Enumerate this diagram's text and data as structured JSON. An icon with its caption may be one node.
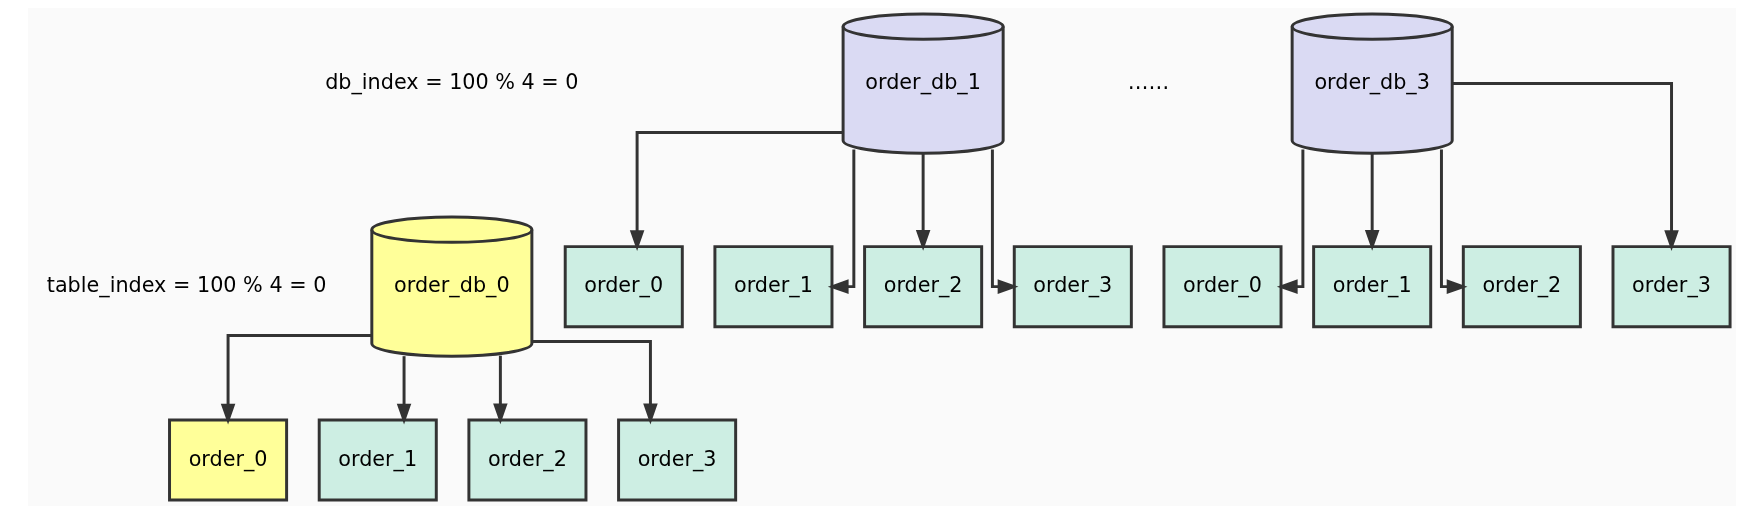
{
  "diagram": {
    "nodes": [
      {
        "text": [
          "order_db_0"
        ]
      },
      {
        "text": [
          "order_0"
        ]
      },
      {
        "text": [
          "order_1"
        ]
      },
      {
        "text": [
          "order_2"
        ]
      },
      {
        "text": [
          "order_3"
        ]
      },
      {
        "text": [
          "order_db_1"
        ]
      },
      {
        "text": [
          "order_0"
        ]
      },
      {
        "text": [
          "order_1"
        ]
      },
      {
        "text": [
          "order_2"
        ]
      },
      {
        "text": [
          "order_3"
        ]
      },
      {
        "text": [
          "order_db_3"
        ]
      },
      {
        "text": [
          "order_0"
        ]
      },
      {
        "text": [
          "order_1"
        ]
      },
      {
        "text": [
          "order_2"
        ]
      },
      {
        "text": [
          "order_3"
        ]
      }
    ],
    "edges": [
      {
        "from": 0,
        "to": 1,
        "arrow": "to"
      },
      {
        "from": 0,
        "to": 2,
        "arrow": "to"
      },
      {
        "from": 0,
        "to": 3,
        "arrow": "to"
      },
      {
        "from": 0,
        "to": 4,
        "arrow": "to"
      },
      {
        "from": 5,
        "to": 6,
        "arrow": "to"
      },
      {
        "from": 5,
        "to": 7,
        "arrow": "to"
      },
      {
        "from": 5,
        "to": 8,
        "arrow": "to"
      },
      {
        "from": 5,
        "to": 9,
        "arrow": "to"
      },
      {
        "from": 10,
        "to": 11,
        "arrow": "to"
      },
      {
        "from": 10,
        "to": 12,
        "arrow": "to"
      },
      {
        "from": 10,
        "to": 13,
        "arrow": "to"
      },
      {
        "from": 10,
        "to": 14,
        "arrow": "to"
      }
    ],
    "labels": [
      "db_index = 100 % 4 = 0",
      "table_index = 100 % 4 = 0",
      "……"
    ]
  }
}
